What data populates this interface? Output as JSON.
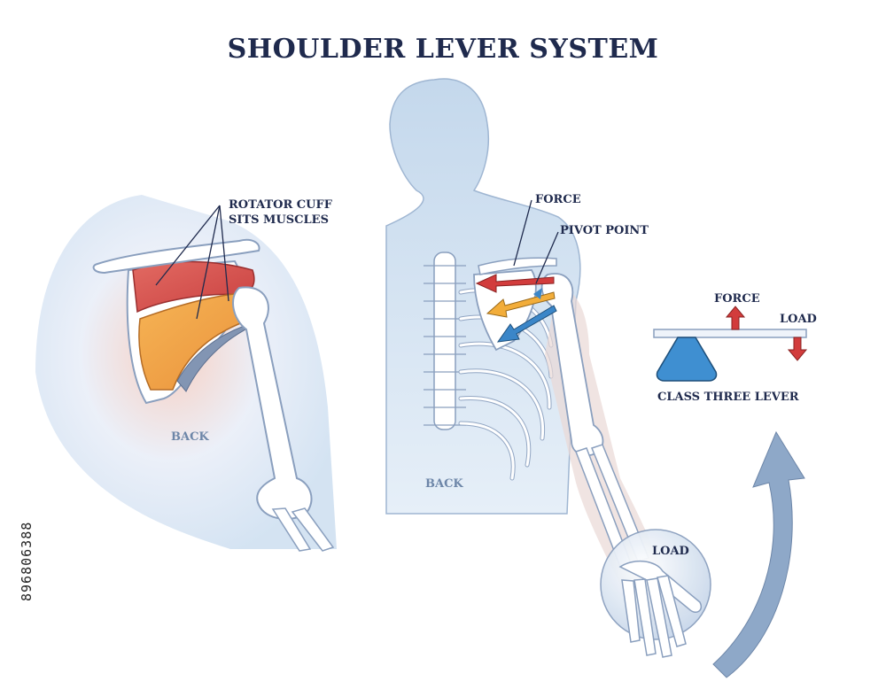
{
  "title": "SHOULDER LEVER SYSTEM",
  "left_panel": {
    "rotator_cuff_label_line1": "ROTATOR CUFF",
    "rotator_cuff_label_line2": "SITS MUSCLES",
    "back_label": "BACK"
  },
  "center_panel": {
    "force_label": "FORCE",
    "pivot_label": "PIVOT POINT",
    "back_label": "BACK",
    "load_label": "LOAD"
  },
  "lever_panel": {
    "force_label": "FORCE",
    "load_label": "LOAD",
    "caption": "CLASS THREE LEVER"
  },
  "stock_id": "896806388",
  "colors": {
    "title": "#1f2a4d",
    "silhouette": "#c4d8ec",
    "bone": "#ffffff",
    "bone_outline": "#8a9fbe",
    "muscle_red": "#d9534f",
    "muscle_orange": "#f0a34a",
    "arrow_red": "#d23c3c",
    "arrow_orange": "#f2ad3a",
    "arrow_blue": "#3b86c8",
    "pivot_triangle": "#3f8fd1",
    "curved_arrow": "#8ea8c8"
  }
}
